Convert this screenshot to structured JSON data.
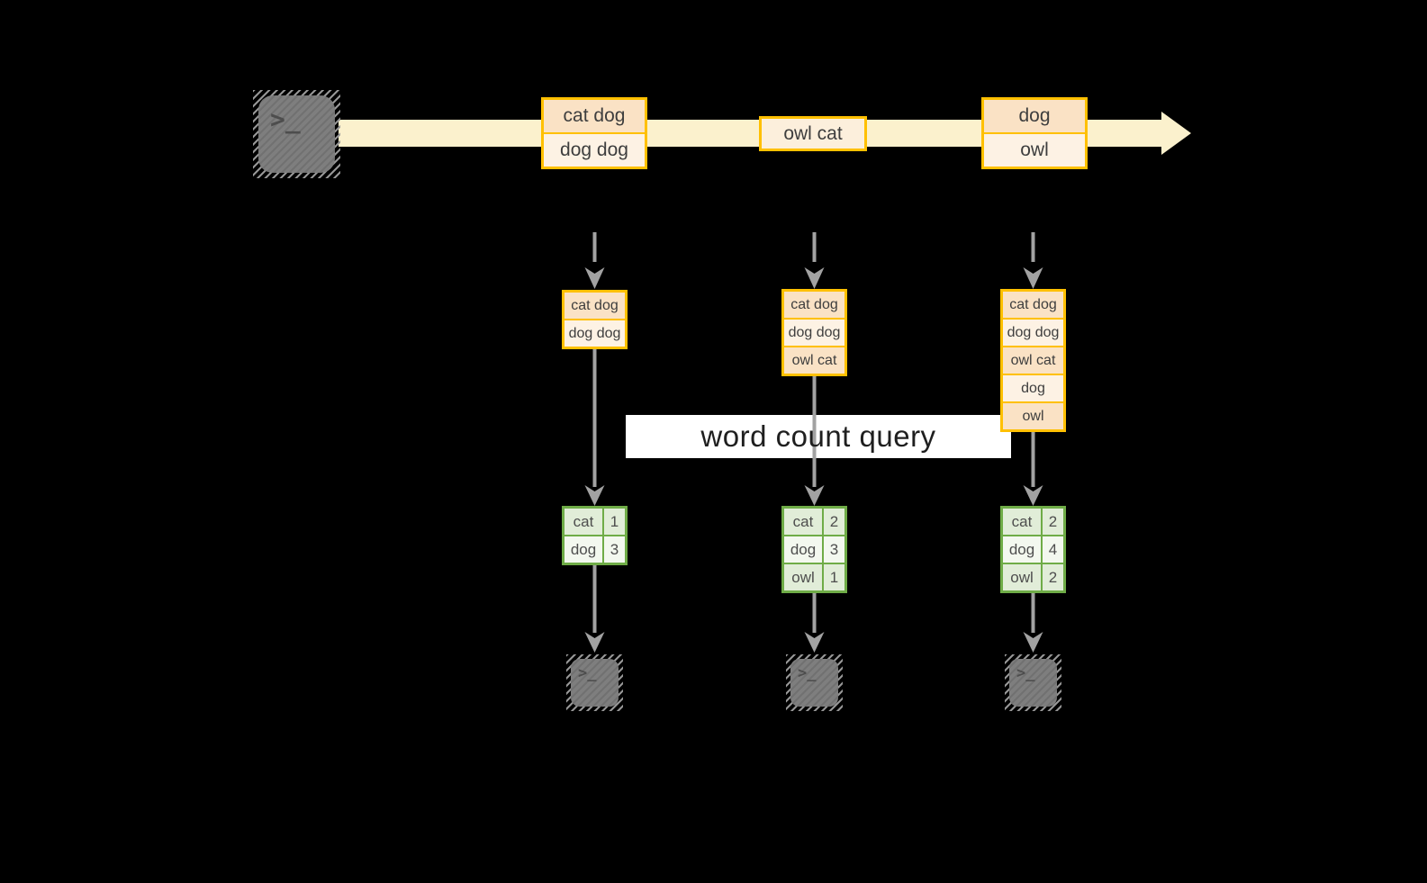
{
  "colors": {
    "background": "#000000",
    "stream_fill": "#FBF1CD",
    "box_border": "#FFC000",
    "box_fill_peach": "#FAE2C5",
    "box_fill_cream": "#FDF2E4",
    "table_border": "#6FAC47",
    "table_fill_green": "#E1EDD8",
    "table_fill_pale": "#F3F8EF",
    "arrow_gray": "#A2A2A2",
    "terminal_gray": "#7E7E7E",
    "query_band": "#FFFFFF"
  },
  "stream": {
    "batch1": {
      "row1": "cat dog",
      "row2": "dog dog"
    },
    "batch2": {
      "row1": "owl cat"
    },
    "batch3": {
      "row1": "dog",
      "row2": "owl"
    }
  },
  "query": {
    "label": "word count query"
  },
  "terminal": {
    "prompt": ">_"
  },
  "columns": [
    {
      "state": [
        "cat dog",
        "dog dog"
      ],
      "counts": [
        {
          "word": "cat",
          "value": "1"
        },
        {
          "word": "dog",
          "value": "3"
        }
      ]
    },
    {
      "state": [
        "cat dog",
        "dog dog",
        "owl cat"
      ],
      "counts": [
        {
          "word": "cat",
          "value": "2"
        },
        {
          "word": "dog",
          "value": "3"
        },
        {
          "word": "owl",
          "value": "1"
        }
      ]
    },
    {
      "state": [
        "cat dog",
        "dog dog",
        "owl cat",
        "dog",
        "owl"
      ],
      "counts": [
        {
          "word": "cat",
          "value": "2"
        },
        {
          "word": "dog",
          "value": "4"
        },
        {
          "word": "owl",
          "value": "2"
        }
      ]
    }
  ]
}
